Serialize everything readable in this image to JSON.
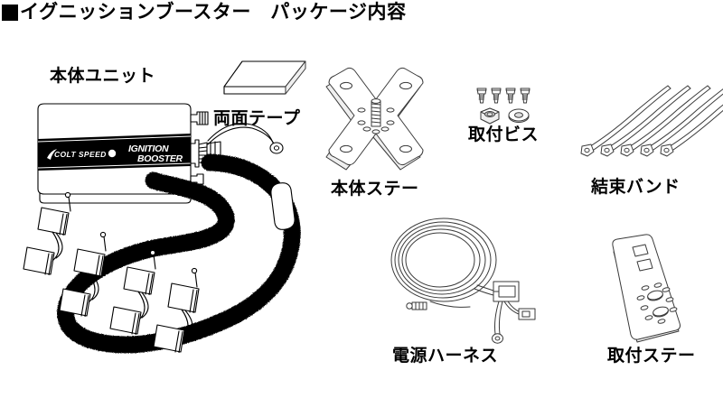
{
  "header": {
    "bullet_icon": "black-square-bullet",
    "title": "イグニッションブースター　パッケージ内容"
  },
  "items": [
    {
      "id": "main-unit",
      "label": "本体ユニット",
      "brand_text": "COLT SPEED",
      "product_text_line1": "IGNITION",
      "product_text_line2": "BOOSTER"
    },
    {
      "id": "double-sided-tape",
      "label": "両面テープ"
    },
    {
      "id": "main-stay",
      "label": "本体ステー"
    },
    {
      "id": "mounting-screws",
      "label": "取付ビス"
    },
    {
      "id": "cable-ties",
      "label": "結束バンド"
    },
    {
      "id": "power-harness",
      "label": "電源ハーネス"
    },
    {
      "id": "mounting-stay",
      "label": "取付ステー"
    }
  ],
  "colors": {
    "background": "#ffffff",
    "ink": "#000000",
    "line": "#3a3a3a",
    "shade": "#efefef"
  }
}
